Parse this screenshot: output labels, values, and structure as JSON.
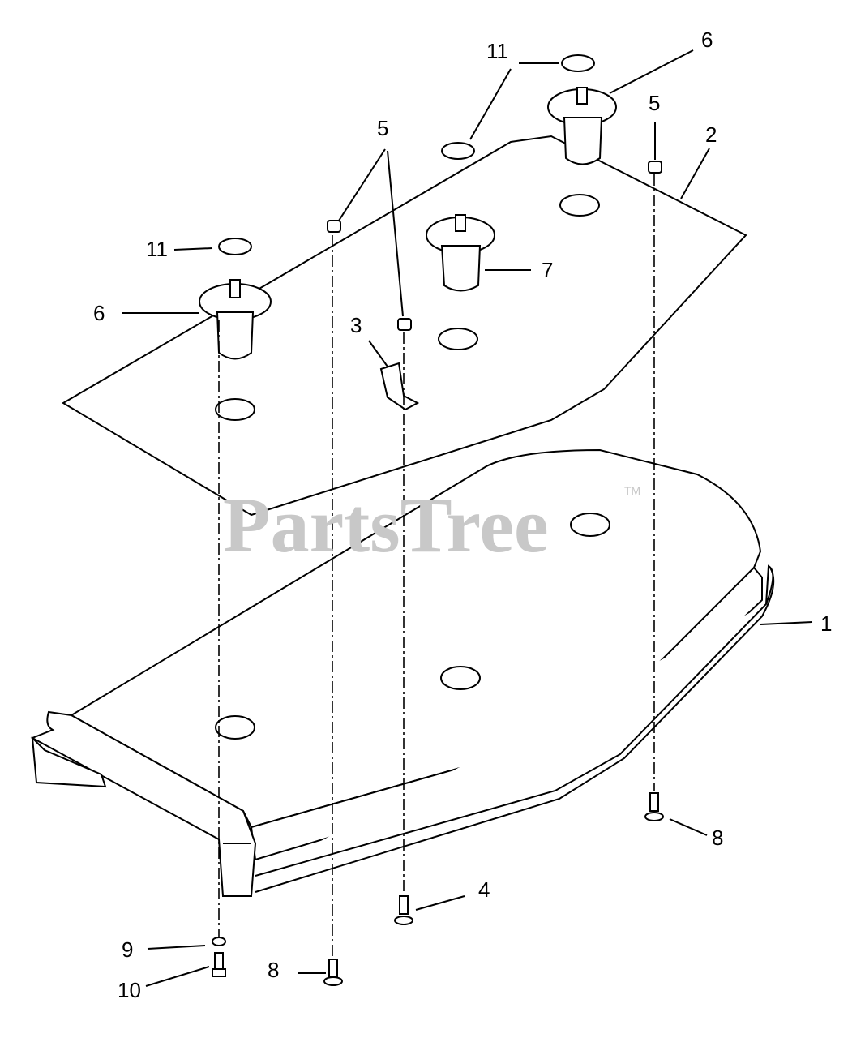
{
  "watermark": {
    "text": "PartsTree",
    "trademark": "TM"
  },
  "callouts": [
    {
      "id": "c1",
      "label": "1"
    },
    {
      "id": "c2",
      "label": "2"
    },
    {
      "id": "c3",
      "label": "3"
    },
    {
      "id": "c4",
      "label": "4"
    },
    {
      "id": "c5a",
      "label": "5"
    },
    {
      "id": "c5b",
      "label": "5"
    },
    {
      "id": "c6a",
      "label": "6"
    },
    {
      "id": "c6b",
      "label": "6"
    },
    {
      "id": "c7",
      "label": "7"
    },
    {
      "id": "c8a",
      "label": "8"
    },
    {
      "id": "c8b",
      "label": "8"
    },
    {
      "id": "c9",
      "label": "9"
    },
    {
      "id": "c10",
      "label": "10"
    },
    {
      "id": "c11a",
      "label": "11"
    },
    {
      "id": "c11b",
      "label": "11"
    }
  ]
}
